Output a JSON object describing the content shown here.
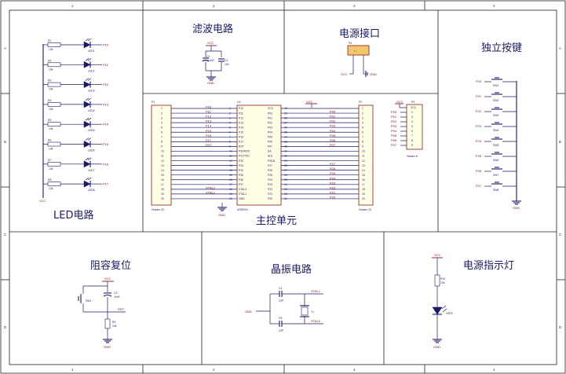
{
  "sections": {
    "filter": "滤波电路",
    "power_port": "电源接口",
    "keys": "独立按键",
    "led": "LED电路",
    "mcu": "主控单元",
    "reset": "阻容复位",
    "crystal": "晶振电路",
    "power_led": "电源指示灯"
  },
  "border": {
    "top_numbers": [
      "1",
      "2",
      "3",
      "4"
    ],
    "side_letters": [
      "A",
      "B",
      "C",
      "D"
    ]
  },
  "nets": {
    "vcc": "VCC",
    "gnd": "GND",
    "rst": "RST",
    "xtal1": "XTAL1",
    "xtal2": "XTAL2"
  },
  "led_circuit": {
    "resistors": [
      "R1",
      "R2",
      "R3",
      "R4",
      "R5",
      "R6",
      "R7",
      "R8"
    ],
    "values": "10k",
    "leds": [
      "LED1",
      "LED2",
      "LED3",
      "LED4",
      "LED5",
      "LED6",
      "LED7",
      "LED8"
    ],
    "ports": [
      "P10",
      "P11",
      "P12",
      "P13",
      "P14",
      "P15",
      "P16",
      "P17"
    ]
  },
  "filter_circuit": {
    "c1": "C1",
    "c1_val": "10uF",
    "c2": "C2",
    "c2_val": "104"
  },
  "power_port_circuit": {
    "ref": "P4",
    "pins": "+ -"
  },
  "key_circuit": {
    "ports": [
      "P20",
      "P21",
      "P22",
      "P23",
      "P24",
      "P25",
      "P26",
      "P27"
    ],
    "switches": [
      "SW1",
      "SW2",
      "SW3",
      "SW4",
      "SW5",
      "SW6",
      "SW7",
      "SW8"
    ]
  },
  "mcu_unit": {
    "u1": "U1",
    "u1_part": "AT89C51",
    "p1": "P1",
    "p1_part": "Header 20",
    "p2": "P2",
    "p2_part": "Header 20",
    "p3": "P3",
    "p3_part": "Header 8",
    "left_pins": [
      "P10",
      "P11",
      "P12",
      "P13",
      "P14",
      "P15",
      "P16",
      "P17",
      "RST",
      "P30/RXD",
      "P31/TXD",
      "P32",
      "P33",
      "P34",
      "P35",
      "P36",
      "P37",
      "XTAL2",
      "XTAL1",
      "GND"
    ],
    "right_pins": [
      "VCC",
      "P00",
      "P01",
      "P02",
      "P03",
      "P04",
      "P05",
      "P06",
      "P07",
      "EA",
      "ALE",
      "PSEN",
      "P27",
      "P26",
      "P25",
      "P24",
      "P23",
      "P22",
      "P21",
      "P20"
    ],
    "header_left_nets": [
      "P10",
      "P11",
      "P12",
      "P13",
      "P14",
      "P15",
      "P16",
      "P17",
      "RST",
      "",
      "",
      "",
      "",
      "",
      "",
      "",
      "",
      "XTAL2",
      "XTAL1",
      ""
    ],
    "header_right_nets": [
      "",
      "P00",
      "P01",
      "P02",
      "P03",
      "P04",
      "P05",
      "P06",
      "P07",
      "",
      "",
      "",
      "P27",
      "P26",
      "P25",
      "P24",
      "P23",
      "P22",
      "P21",
      "P20"
    ],
    "p3_nets": [
      "P00",
      "P01",
      "P02",
      "P03",
      "P04",
      "P05",
      "P06",
      "P07"
    ]
  },
  "reset_circuit": {
    "c": "C3",
    "c_val": "10uF",
    "r": "R9",
    "r_val": "10k",
    "sw": "SW1"
  },
  "crystal_circuit": {
    "c4": "C4",
    "c5": "C5",
    "cap_val": "22P",
    "y": "Y1"
  },
  "power_led_circuit": {
    "r": "R10",
    "r_val": "10k",
    "led": "LED9"
  }
}
